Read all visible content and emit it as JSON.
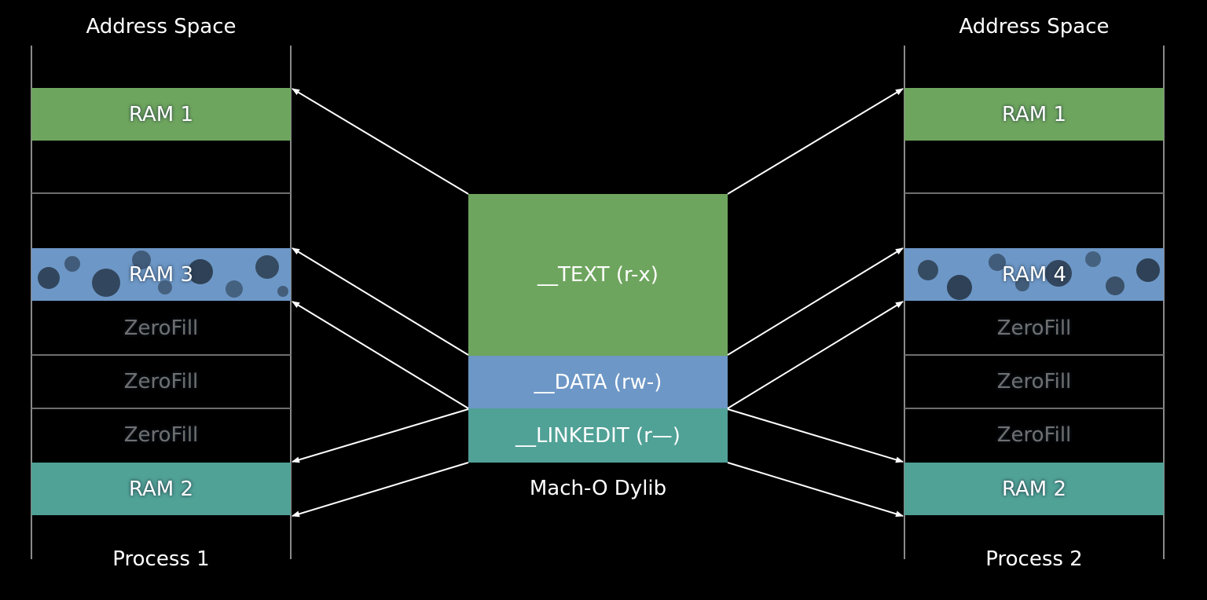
{
  "process1": {
    "header": "Address Space",
    "footer": "Process 1",
    "slots": [
      {
        "label": "RAM 1",
        "kind": "green"
      },
      {
        "label": "",
        "kind": "empty"
      },
      {
        "label": "",
        "kind": "empty"
      },
      {
        "label": "RAM 3",
        "kind": "blue"
      },
      {
        "label": "ZeroFill",
        "kind": "zero"
      },
      {
        "label": "ZeroFill",
        "kind": "zero"
      },
      {
        "label": "ZeroFill",
        "kind": "zero"
      },
      {
        "label": "RAM 2",
        "kind": "teal"
      }
    ]
  },
  "process2": {
    "header": "Address Space",
    "footer": "Process 2",
    "slots": [
      {
        "label": "RAM 1",
        "kind": "green"
      },
      {
        "label": "",
        "kind": "empty"
      },
      {
        "label": "",
        "kind": "empty"
      },
      {
        "label": "RAM 4",
        "kind": "blue"
      },
      {
        "label": "ZeroFill",
        "kind": "zero"
      },
      {
        "label": "ZeroFill",
        "kind": "zero"
      },
      {
        "label": "ZeroFill",
        "kind": "zero"
      },
      {
        "label": "RAM 2",
        "kind": "teal"
      }
    ]
  },
  "dylib": {
    "caption": "Mach-O Dylib",
    "segments": {
      "text": "__TEXT (r-x)",
      "data": "__DATA (rw-)",
      "linkedit": "__LINKEDIT (r—)"
    }
  },
  "colors": {
    "green": "#6ea55e",
    "blue": "#6d97c6",
    "teal": "#50a196",
    "zerofill_text": "#6f6f6f",
    "background": "#000000"
  }
}
